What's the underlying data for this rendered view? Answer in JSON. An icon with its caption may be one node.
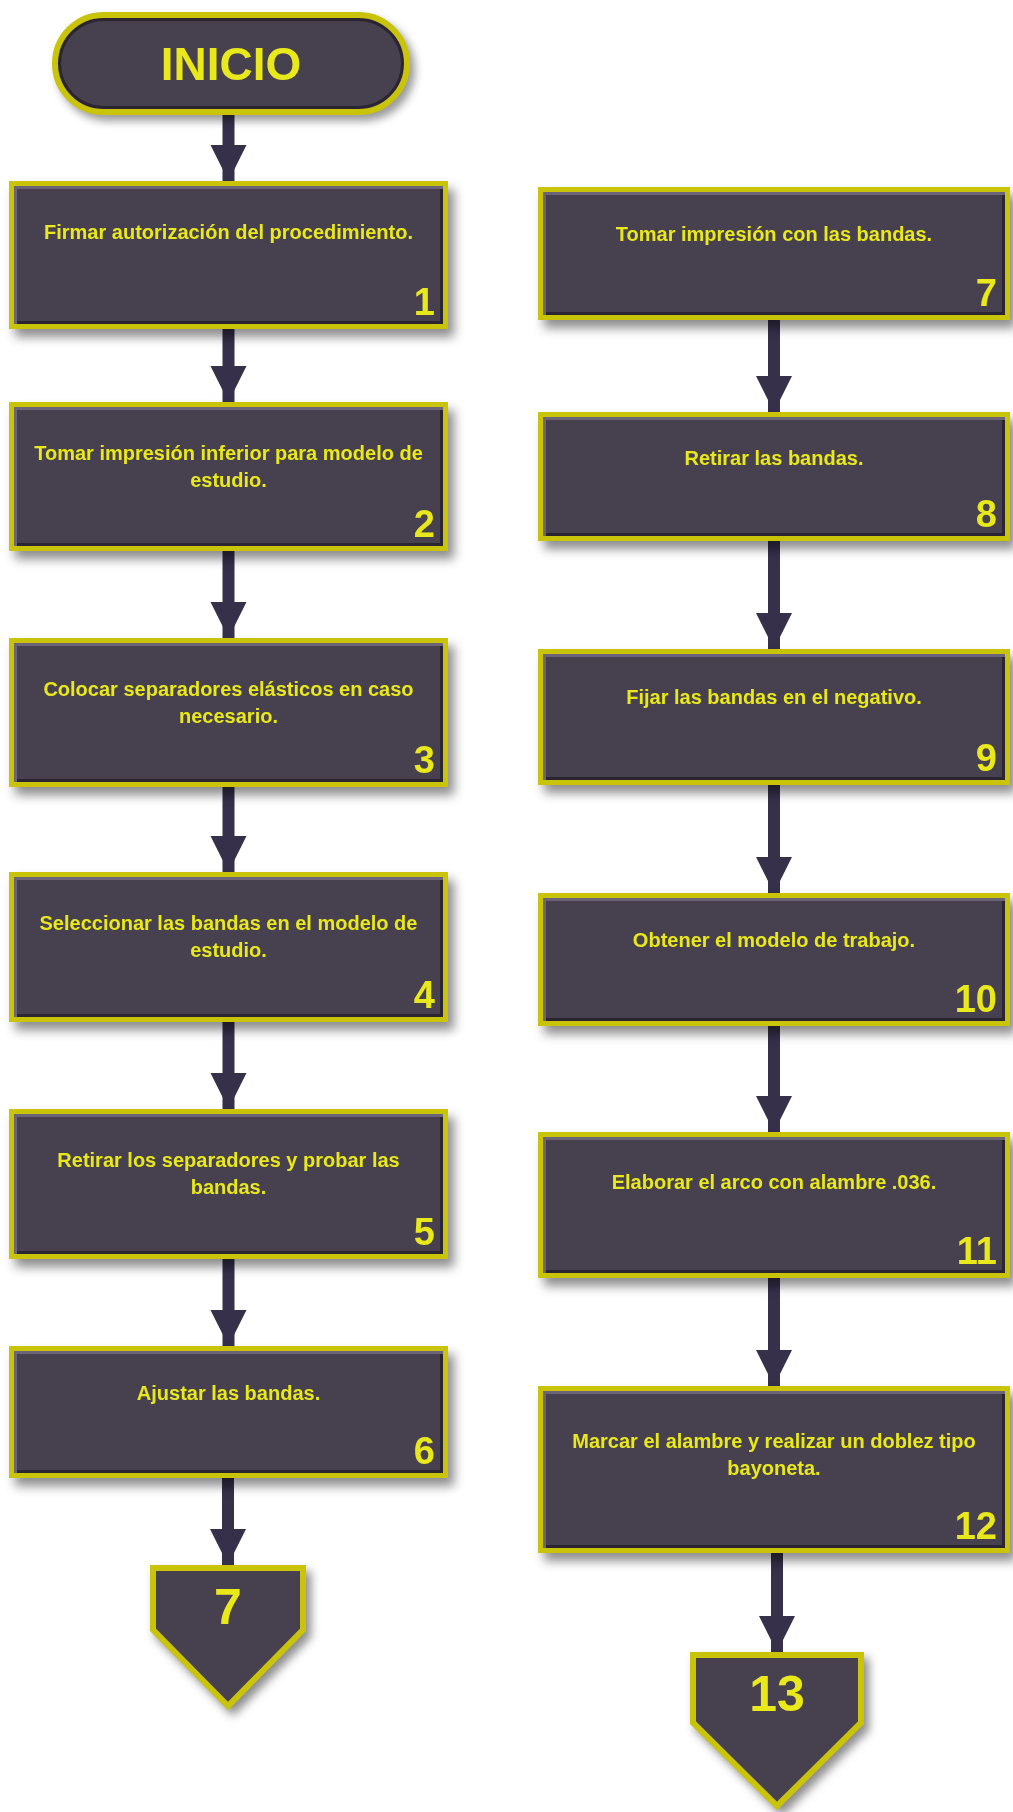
{
  "diagram": {
    "nodes": [
      {
        "text": [
          "INICIO"
        ]
      },
      {
        "text": [
          "Firmar autorización  del procedimiento.",
          "1"
        ]
      },
      {
        "text": [
          "Tomar impresión inferior para modelo de estudio.",
          "2"
        ]
      },
      {
        "text": [
          "Colocar separadores elásticos en caso necesario.",
          "3"
        ]
      },
      {
        "text": [
          "Seleccionar las bandas en el modelo de estudio.",
          "4"
        ]
      },
      {
        "text": [
          "Retirar los separadores y probar las bandas.",
          "5"
        ]
      },
      {
        "text": [
          "Ajustar las bandas.",
          "6"
        ]
      },
      {
        "text": [
          "7"
        ]
      },
      {
        "text": [
          "Tomar impresión con las bandas.",
          "7"
        ]
      },
      {
        "text": [
          "Retirar las bandas.",
          "8"
        ]
      },
      {
        "text": [
          "Fijar las bandas en el negativo.",
          "9"
        ]
      },
      {
        "text": [
          "Obtener el modelo de trabajo.",
          "10"
        ]
      },
      {
        "text": [
          "Elaborar el arco con alambre .036.",
          "11"
        ]
      },
      {
        "text": [
          "Marcar el alambre y realizar un doblez tipo bayoneta.",
          "12"
        ]
      },
      {
        "text": [
          "13"
        ]
      }
    ],
    "edges": [
      {
        "from": 0,
        "to": 1,
        "arrow": "to"
      },
      {
        "from": 1,
        "to": 2,
        "arrow": "to"
      },
      {
        "from": 2,
        "to": 3,
        "arrow": "to"
      },
      {
        "from": 3,
        "to": 4,
        "arrow": "to"
      },
      {
        "from": 4,
        "to": 5,
        "arrow": "to"
      },
      {
        "from": 5,
        "to": 6,
        "arrow": "to"
      },
      {
        "from": 6,
        "to": 7,
        "arrow": "to"
      },
      {
        "from": 8,
        "to": 9,
        "arrow": "to"
      },
      {
        "from": 9,
        "to": 10,
        "arrow": "to"
      },
      {
        "from": 10,
        "to": 11,
        "arrow": "to"
      },
      {
        "from": 11,
        "to": 12,
        "arrow": "to"
      },
      {
        "from": 12,
        "to": 13,
        "arrow": "to"
      },
      {
        "from": 13,
        "to": 14,
        "arrow": "to"
      }
    ]
  }
}
